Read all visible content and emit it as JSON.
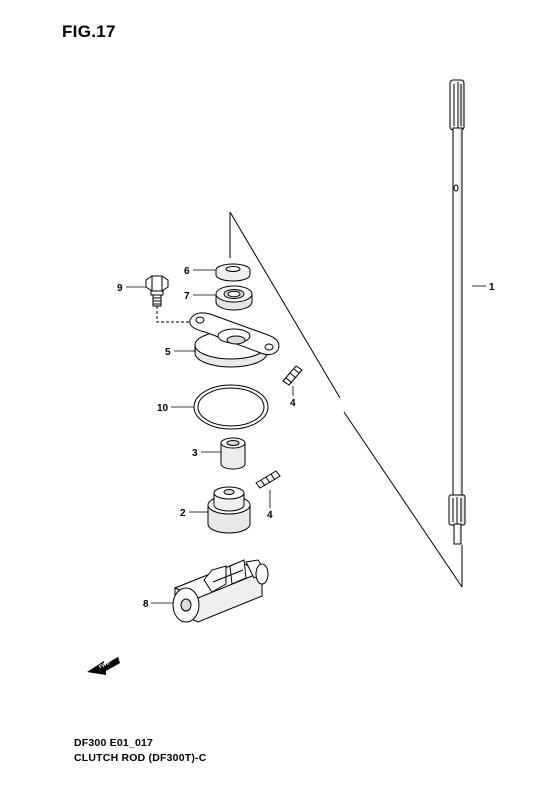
{
  "figure": {
    "title": "FIG.17",
    "code": "DF300 E01_017",
    "caption": "CLUTCH ROD (DF300T)-C"
  },
  "callouts": {
    "c1": "1",
    "c2": "2",
    "c3": "3",
    "c4a": "4",
    "c4b": "4",
    "c5": "5",
    "c6": "6",
    "c7": "7",
    "c8": "8",
    "c9": "9",
    "c10": "10"
  },
  "fwd_label": "FWD"
}
